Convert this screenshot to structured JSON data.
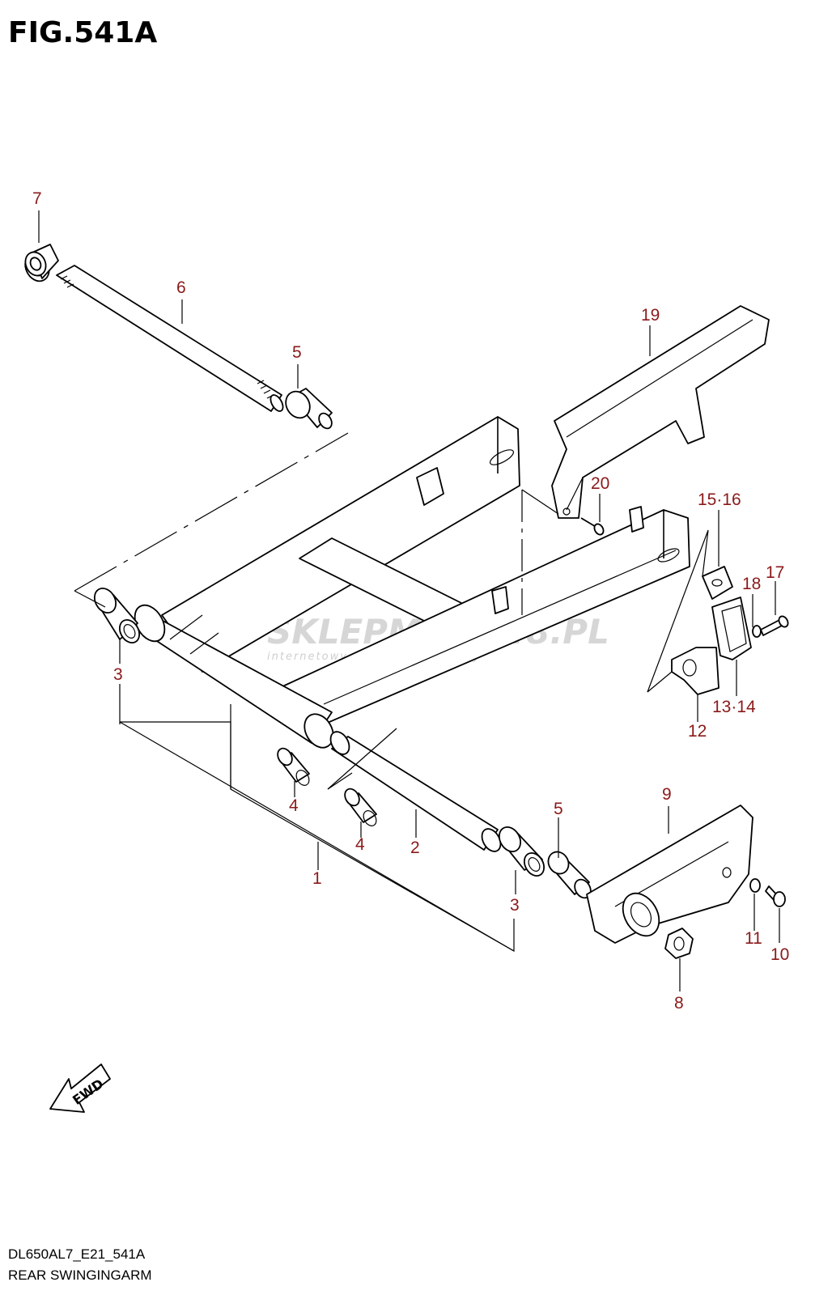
{
  "figure": {
    "title": "FIG.541A",
    "model_code": "DL650AL7_E21_541A",
    "caption": "REAR SWINGINGARM"
  },
  "watermark": {
    "brand": "SKLEPMOTO48.PL",
    "tagline": "internetowy sklep motocyklowy"
  },
  "arrow": {
    "label": "FWD"
  },
  "callouts": [
    {
      "id": "c7",
      "label": "7"
    },
    {
      "id": "c6",
      "label": "6"
    },
    {
      "id": "c5a",
      "label": "5"
    },
    {
      "id": "c19",
      "label": "19"
    },
    {
      "id": "c20",
      "label": "20"
    },
    {
      "id": "c1516",
      "label": "15·16"
    },
    {
      "id": "c18",
      "label": "18"
    },
    {
      "id": "c17",
      "label": "17"
    },
    {
      "id": "c3a",
      "label": "3"
    },
    {
      "id": "c1314",
      "label": "13·14"
    },
    {
      "id": "c12",
      "label": "12"
    },
    {
      "id": "c9",
      "label": "9"
    },
    {
      "id": "c4a",
      "label": "4"
    },
    {
      "id": "c4b",
      "label": "4"
    },
    {
      "id": "c5b",
      "label": "5"
    },
    {
      "id": "c2",
      "label": "2"
    },
    {
      "id": "c1",
      "label": "1"
    },
    {
      "id": "c3b",
      "label": "3"
    },
    {
      "id": "c11",
      "label": "11"
    },
    {
      "id": "c10",
      "label": "10"
    },
    {
      "id": "c8",
      "label": "8"
    }
  ],
  "colors": {
    "callout": "#8b1a1a",
    "line": "#000000",
    "watermark": "#d6d6d6"
  }
}
